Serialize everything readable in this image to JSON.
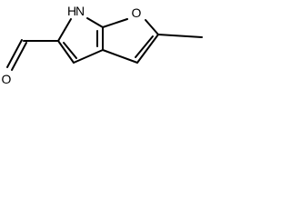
{
  "structure": {
    "atoms": {
      "nh": "H",
      "n": "N",
      "o_ring": "O",
      "o_aldehyde": "O"
    }
  }
}
